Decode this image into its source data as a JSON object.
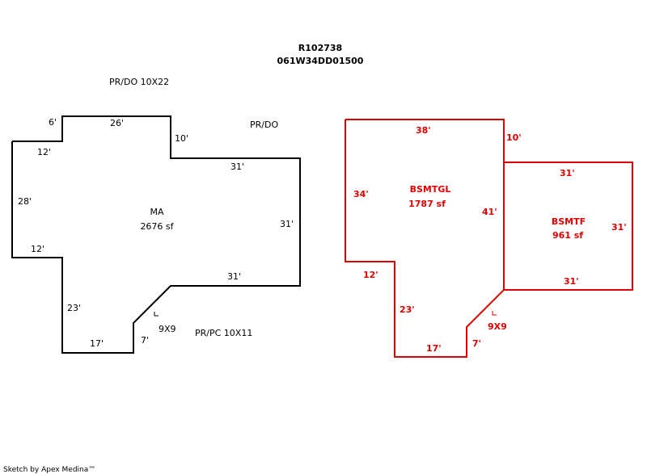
{
  "header": {
    "parcel_id": "R102738",
    "map_number": "061W34DD01500"
  },
  "main_floor": {
    "area_code": "MA",
    "area_size": "2676 sf",
    "dims": {
      "top_left_step": "6'",
      "top": "26'",
      "top_right_drop": "10'",
      "left_upper_step": "12'",
      "left": "28'",
      "left_lower_step": "12'",
      "upper_right": "31'",
      "right": "31'",
      "lower_right": "31'",
      "left_lower": "23'",
      "bottom": "17'",
      "diagonal": "7'"
    },
    "cutout": "9X9"
  },
  "exterior_labels": {
    "porch_top": "PR/DO 10X22",
    "porch_right": "PR/DO",
    "porch_bottom": "PR/PC 10X11"
  },
  "basement": {
    "garage": {
      "code": "BSMTGL",
      "size": "1787 sf",
      "dims": {
        "top": "38'",
        "left": "34'",
        "right": "41'",
        "bottom_step": "12'",
        "left_lower": "23'",
        "bottom": "17'",
        "diagonal": "7'"
      }
    },
    "finished": {
      "code": "BSMTF",
      "size": "961 sf",
      "dims": {
        "top_drop": "10'",
        "top": "31'",
        "right": "31'",
        "bottom": "31'"
      }
    },
    "cutout": "9X9"
  },
  "footer": {
    "credit": "Sketch by Apex Medina™"
  },
  "colors": {
    "main_outline": "#000000",
    "basement_outline": "#e00000",
    "background": "#ffffff"
  }
}
